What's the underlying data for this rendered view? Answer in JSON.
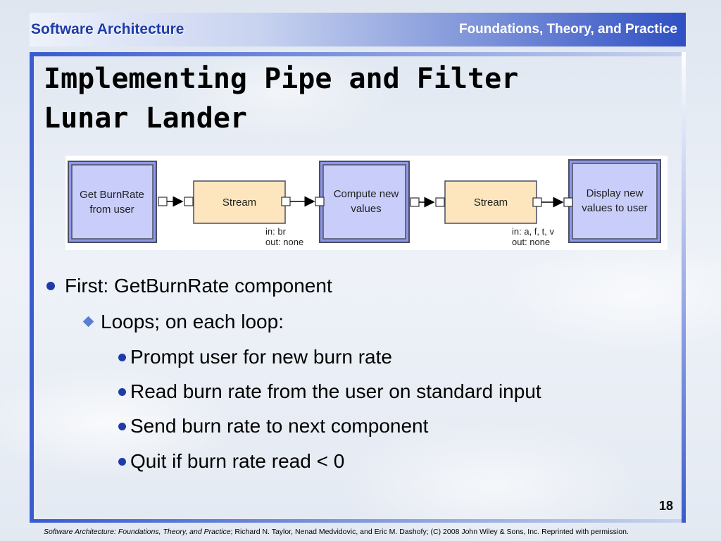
{
  "header": {
    "left_title": "Software Architecture",
    "right_title": "Foundations, Theory, and Practice"
  },
  "slide": {
    "title_line1": "Implementing Pipe and Filter",
    "title_line2": "Lunar Lander",
    "page_number": "18"
  },
  "diagram": {
    "components": [
      {
        "line1": "Get BurnRate",
        "line2": "from user",
        "kind": "component"
      },
      {
        "line1": "Stream",
        "line2": "",
        "kind": "connector",
        "in": "in: br",
        "out": "out: none"
      },
      {
        "line1": "Compute new",
        "line2": "values",
        "kind": "component"
      },
      {
        "line1": "Stream",
        "line2": "",
        "kind": "connector",
        "in": "in: a, f, t, v",
        "out": "out: none"
      },
      {
        "line1": "Display new",
        "line2": "values to user",
        "kind": "component"
      }
    ],
    "colors": {
      "component_fill": "#c8cdfa",
      "component_stroke": "#4a4e63",
      "connector_fill": "#fde6be"
    }
  },
  "bullets": {
    "l1": "First: GetBurnRate component",
    "l2": "Loops; on each loop:",
    "l3": [
      "Prompt user for new burn rate",
      "Read burn rate from the user on standard input",
      "Send burn rate to next component",
      "Quit if burn rate read < 0"
    ]
  },
  "footer": {
    "italic": "Software Architecture: Foundations, Theory, and Practice",
    "rest": "; Richard N. Taylor, Nenad Medvidovic, and Eric M. Dashofy; (C) 2008 John Wiley & Sons, Inc. Reprinted with permission."
  }
}
